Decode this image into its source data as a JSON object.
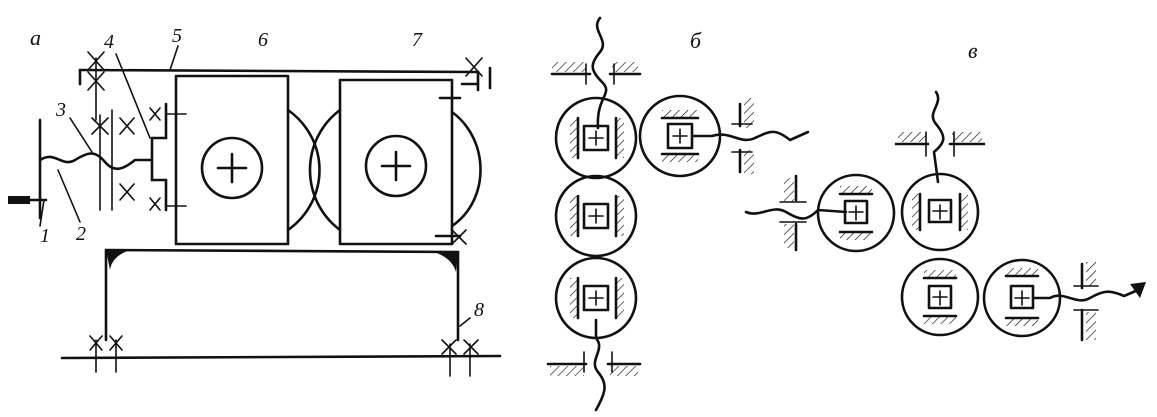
{
  "figure": {
    "panel_labels": {
      "a": "а",
      "b": "б",
      "v": "в"
    },
    "part_numbers": {
      "n1": "1",
      "n2": "2",
      "n3": "3",
      "n4": "4",
      "n5": "5",
      "n6": "6",
      "n7": "7",
      "n8": "8"
    }
  },
  "colors": {
    "ink": "#111111",
    "background": "#ffffff"
  },
  "icons": [
    "roll-icon",
    "bearing-icon",
    "gear-icon",
    "shaft-icon",
    "hatching-icon"
  ]
}
